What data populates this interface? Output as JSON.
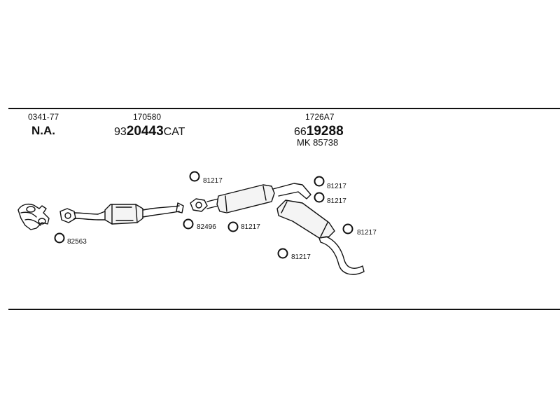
{
  "header": {
    "col1": {
      "date": "0341-77",
      "model": "N.A."
    },
    "col2": {
      "ref": "170580",
      "prefix": "93",
      "code": "20443",
      "suffix": "CAT"
    },
    "col3": {
      "ref": "1726A7",
      "prefix": "66",
      "code": "19288",
      "alt": "MK 85738"
    }
  },
  "parts": {
    "ring_82563": "82563",
    "ring_82496": "82496",
    "ring_81217_a": "81217",
    "ring_81217_b": "81217",
    "ring_81217_c": "81217",
    "ring_81217_d": "81217",
    "ring_81217_e": "81217",
    "ring_81217_f": "81217"
  }
}
